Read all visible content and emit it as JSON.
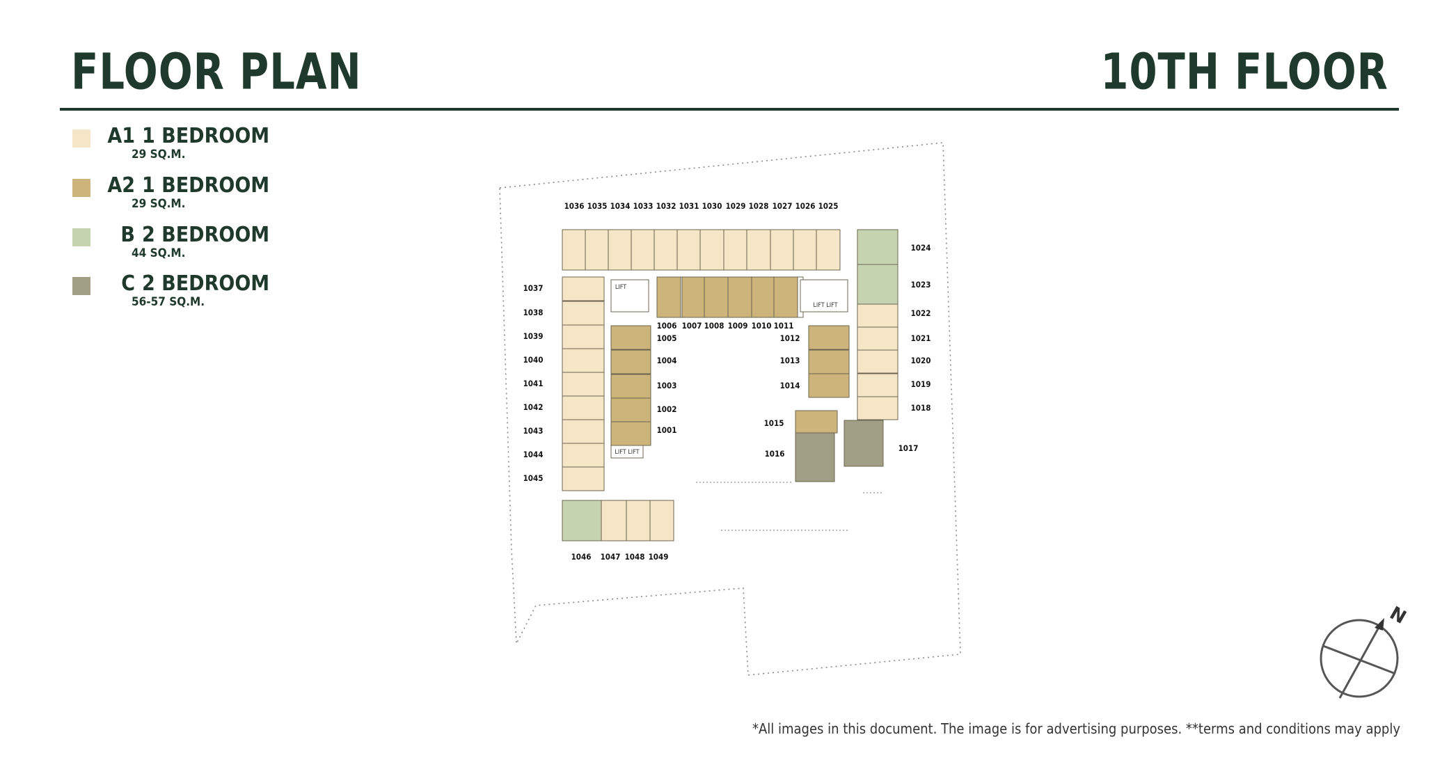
{
  "header": {
    "title": "FLOOR PLAN",
    "floor": "10TH FLOOR"
  },
  "legend": [
    {
      "type": "A1",
      "name": "1 BEDROOM",
      "size": "29 SQ.M.",
      "color": "#f4e6c6"
    },
    {
      "type": "A2",
      "name": "1 BEDROOM",
      "size": "29 SQ.M.",
      "color": "#cdb47a"
    },
    {
      "type": "B",
      "name": "2 BEDROOM",
      "size": "44 SQ.M.",
      "color": "#c6d3b0"
    },
    {
      "type": "C",
      "name": "2 BEDROOM",
      "size": "56-57 SQ.M.",
      "color": "#a09f86"
    }
  ],
  "plan": {
    "top_row_units": [
      "1036",
      "1035",
      "1034",
      "1033",
      "1032",
      "1031",
      "1030",
      "1029",
      "1028",
      "1027",
      "1026",
      "1025"
    ],
    "left_column_units": [
      "1037",
      "1038",
      "1039",
      "1040",
      "1041",
      "1042",
      "1043",
      "1044",
      "1045"
    ],
    "right_column_units": [
      "1024",
      "1023",
      "1022",
      "1021",
      "1020",
      "1019",
      "1018"
    ],
    "inner_top_units": [
      "1006",
      "1007",
      "1008",
      "1009",
      "1010",
      "1011"
    ],
    "inner_left_units": [
      "1005",
      "1004",
      "1003",
      "1002",
      "1001"
    ],
    "inner_right_units": [
      "1012",
      "1013",
      "1014"
    ],
    "center_units": [
      "1015",
      "1016",
      "1017"
    ],
    "bottom_units": [
      "1046",
      "1047",
      "1048",
      "1049"
    ],
    "lift_labels": [
      "LIFT",
      "LIFT LIFT",
      "LIFT LIFT"
    ]
  },
  "compass": {
    "label": "N"
  },
  "footer": {
    "disclaimer": "*All images in this document. The image is for advertising purposes. **terms and conditions may apply"
  }
}
